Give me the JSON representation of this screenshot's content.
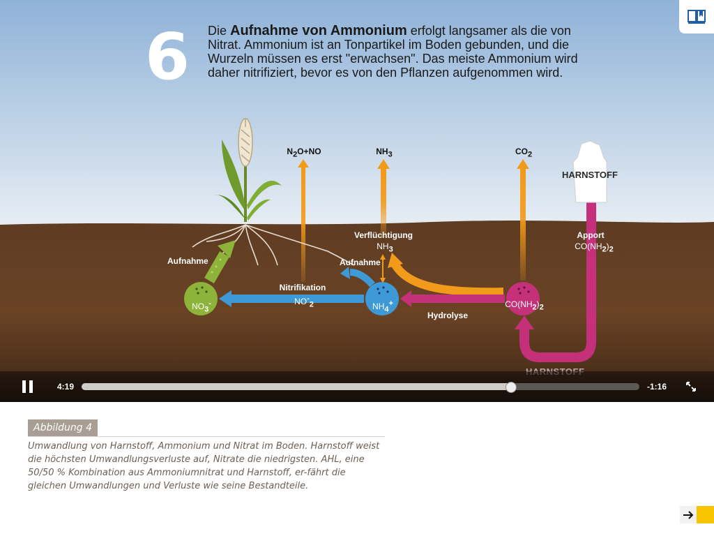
{
  "headline": {
    "step_number": "6",
    "lead": "Die ",
    "bold": "Aufnahme von Ammonium",
    "rest": " erfolgt langsamer als die von Nitrat. Ammonium ist an Tonpartikel im Boden gebunden, und die Wurzeln müssen es erst \"erwachsen\". Das meiste Ammonium wird daher nitrifiziert, bevor es von den Pflanzen aufgenommen wird."
  },
  "diagram": {
    "gas_n2o": "N",
    "gas_n2o_sub": "2",
    "gas_n2o_tail": "O+NO",
    "gas_nh3": "NH",
    "gas_nh3_sub": "3",
    "gas_co2": "CO",
    "gas_co2_sub": "2",
    "harnstoff_bag": "HARNSTOFF",
    "apport": "Apport",
    "apport_formula": "CO(NH",
    "apport_formula_sub": "2",
    "apport_formula_tail": ")",
    "apport_formula_sub2": "2",
    "verfluechtigung": "Verflüchtigung",
    "verfluechtigung_nh3": "NH",
    "verfluechtigung_nh3_sub": "3",
    "aufnahme_left": "Aufnahme",
    "aufnahme_mid": "Aufnahme",
    "nitrifikation": "Nitrifikation",
    "no2": "NO",
    "no2_sub": "2",
    "no2_sup": "-",
    "hydrolyse": "Hydrolyse",
    "node_no3": "NO",
    "node_no3_sub": "3",
    "node_no3_sup": "-",
    "node_nh4": "NH",
    "node_nh4_sub": "4",
    "node_nh4_sup": "+",
    "node_urea": "CO(NH",
    "node_urea_sub": "2",
    "node_urea_tail": ")",
    "node_urea_sub2": "2",
    "harnstoff_bottom": "HARNSTOFF"
  },
  "player": {
    "current_time": "4:19",
    "remaining_time": "-1:16",
    "progress_fraction": 0.77
  },
  "caption": {
    "tab": "Abbildung 4",
    "text": "Umwandlung von Harnstoff, Ammonium und Nitrat im Boden. Harnstoff weist die höchsten Umwandlungsverluste auf, Nitrate die niedrigsten. AHL, eine 50/50 % Kombination aus Ammoniumnitrat und Harnstoff, er-fährt die gleichen Umwandlungen und Verluste wie seine Bestandteile."
  },
  "colors": {
    "sky_top": "#8fb2d8",
    "sky_bottom": "#e8eef3",
    "soil": "#5a3a22",
    "nitrate_green": "#8db33a",
    "ammonium_blue": "#3d9ad6",
    "urea_magenta": "#c4307a",
    "gas_orange": "#f29a1a",
    "accent_yellow": "#f8c500"
  },
  "icons": {
    "bookmark": "book-icon",
    "pause": "pause-icon",
    "fullscreen": "fullscreen-icon",
    "next": "arrow-right-icon"
  }
}
